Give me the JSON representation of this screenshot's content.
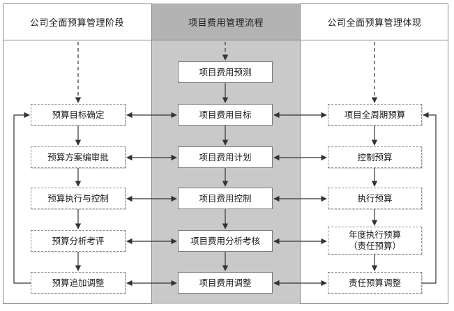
{
  "columns": {
    "left_title": "公司全面预算管理阶段",
    "center_title": "项目费用管理流程",
    "right_title": "公司全面预算管理体现"
  },
  "left_boxes": [
    "预算目标确定",
    "预算方案编审批",
    "预算执行与控制",
    "预算分析考评",
    "预算追加调整"
  ],
  "center_boxes": [
    "项目费用预测",
    "项目费用目标",
    "项目费用计划",
    "项目费用控制",
    "项目费用分析考核",
    "项目费用调整"
  ],
  "right_boxes": {
    "r1": "项目全周期预算",
    "r2": "控制预算",
    "r3": "执行预算",
    "r4_line1": "年度执行预算",
    "r4_line2": "（责任预算）",
    "r5": "责任预算调整"
  }
}
